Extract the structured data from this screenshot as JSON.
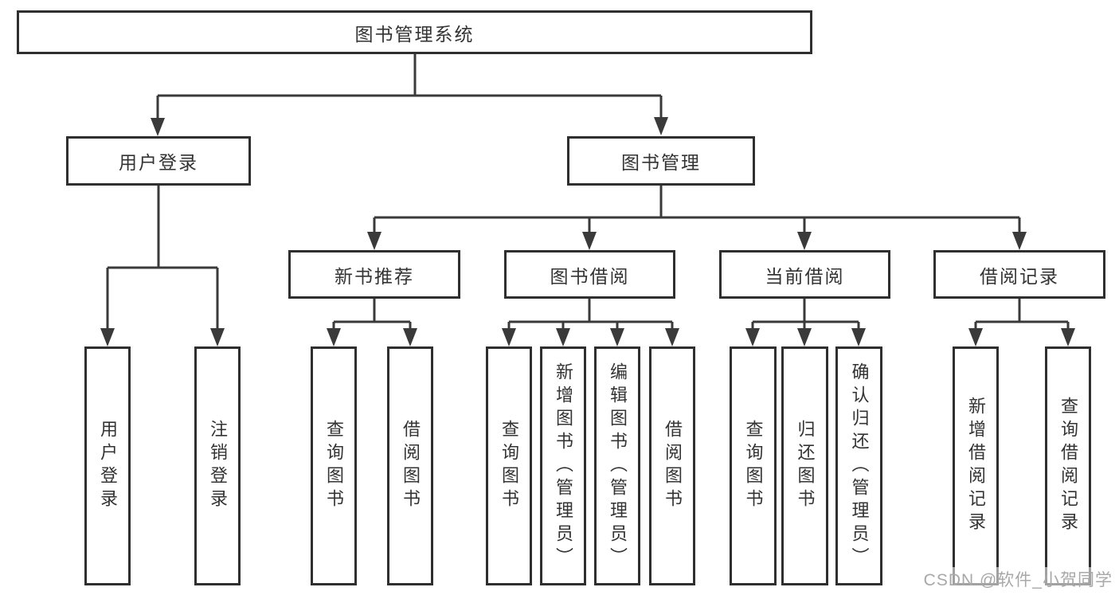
{
  "tree": {
    "label": "图书管理系统",
    "children": [
      {
        "label": "用户登录",
        "children": [
          {
            "label": "用户登录"
          },
          {
            "label": "注销登录"
          }
        ]
      },
      {
        "label": "图书管理",
        "children": [
          {
            "label": "新书推荐",
            "children": [
              {
                "label": "查询图书"
              },
              {
                "label": "借阅图书"
              }
            ]
          },
          {
            "label": "图书借阅",
            "children": [
              {
                "label": "查询图书"
              },
              {
                "label": "新增图书（管理员）"
              },
              {
                "label": "编辑图书（管理员）"
              },
              {
                "label": "借阅图书"
              }
            ]
          },
          {
            "label": "当前借阅",
            "children": [
              {
                "label": "查询图书"
              },
              {
                "label": "归还图书"
              },
              {
                "label": "确认归还（管理员）"
              }
            ]
          },
          {
            "label": "借阅记录",
            "children": [
              {
                "label": "新增借阅记录"
              },
              {
                "label": "查询借阅记录"
              }
            ]
          }
        ]
      }
    ]
  },
  "watermark": {
    "text": "CSDN @软件_小贺同学"
  },
  "colors": {
    "line": "#3a3a3a",
    "box_border": "#2f2f2f",
    "text": "#333333",
    "watermark": "#a8a8a8",
    "background": "#ffffff"
  }
}
